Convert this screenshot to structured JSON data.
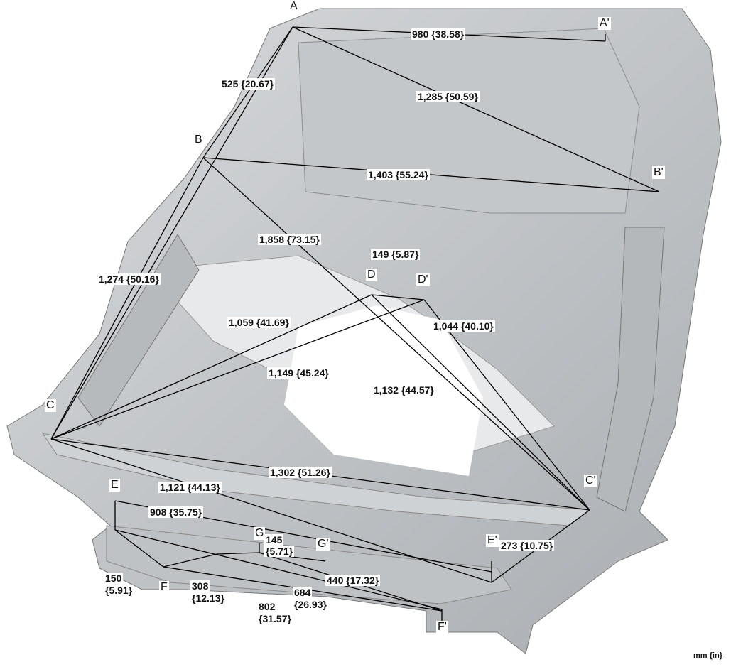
{
  "points": {
    "A": "A",
    "A2": "A'",
    "B": "B",
    "B2": "B'",
    "C": "C",
    "C2": "C'",
    "D": "D",
    "D2": "D'",
    "E": "E",
    "E2": "E'",
    "F": "F",
    "F2": "F'",
    "G": "G",
    "G2": "G'"
  },
  "dimensions": {
    "aa": "980 {38.58}",
    "ab": "525 {20.67}",
    "ab2": "1,285 {50.59}",
    "bb": "1,403 {55.24}",
    "bc2": "1,858 {73.15}",
    "bc": "1,274 {50.16}",
    "dd": "149 {5.87}",
    "cd": "1,059 {41.69}",
    "d2c2": "1,044 {40.10}",
    "cd2": "1,149 {45.24}",
    "dc2": "1,132 {44.57}",
    "cc": "1,302 {51.26}",
    "ce": "1,121 {44.13}",
    "ee": "908 {35.75}",
    "ce2": "273 {10.75}",
    "gg_1": "145",
    "gg_2": "{5.71}",
    "ef2": "440 {17.32}",
    "ef_1": "150",
    "ef_2": "{5.91}",
    "fg_1": "308",
    "fg_2": "{12.13}",
    "gf2_1": "802",
    "gf2_2": "{31.57}",
    "ff_1": "684",
    "ff_2": "{26.93}"
  },
  "unit_label": "mm {in}"
}
